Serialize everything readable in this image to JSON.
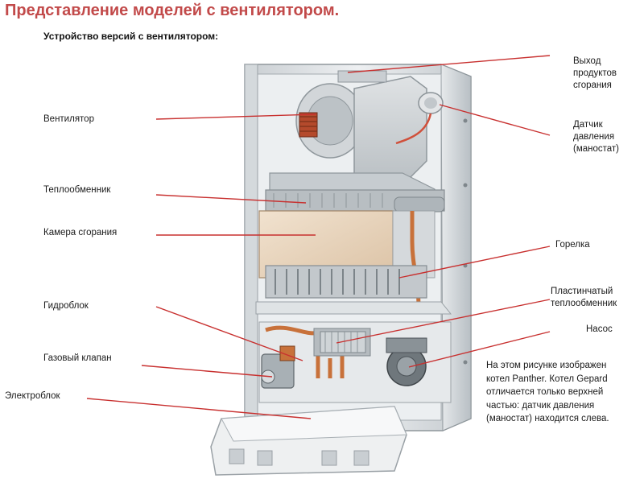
{
  "title": "Представление моделей с вентилятором.",
  "subtitle": "Устройство версий с вентилятором:",
  "labels_left": {
    "fan": "Вентилятор",
    "heat_exchanger": "Теплообменник",
    "combustion_chamber": "Камера сгорания",
    "hydroblock": "Гидроблок",
    "gas_valve": "Газовый клапан",
    "electroblock": "Электроблок"
  },
  "labels_right": {
    "flue_outlet": [
      "Выход",
      "продуктов",
      "сгорания"
    ],
    "pressure_sensor": [
      "Датчик",
      "давления",
      "(маностат)"
    ],
    "burner": "Горелка",
    "plate_heat_exchanger": [
      "Пластинчатый",
      "теплообменник"
    ],
    "pump": "Насос"
  },
  "note": [
    "На этом рисунке изображен",
    "котел Panther.  Котел Gepard",
    "отличается только верхней",
    "частью: датчик давления",
    "(маностат) находится слева."
  ],
  "colors": {
    "title": "#c24a4a",
    "leader_line": "#c8302f",
    "casing": "#d9dde0",
    "casing_dark": "#a9b0b5",
    "chamber": "#e9d6c0",
    "copper": "#c8713a"
  }
}
